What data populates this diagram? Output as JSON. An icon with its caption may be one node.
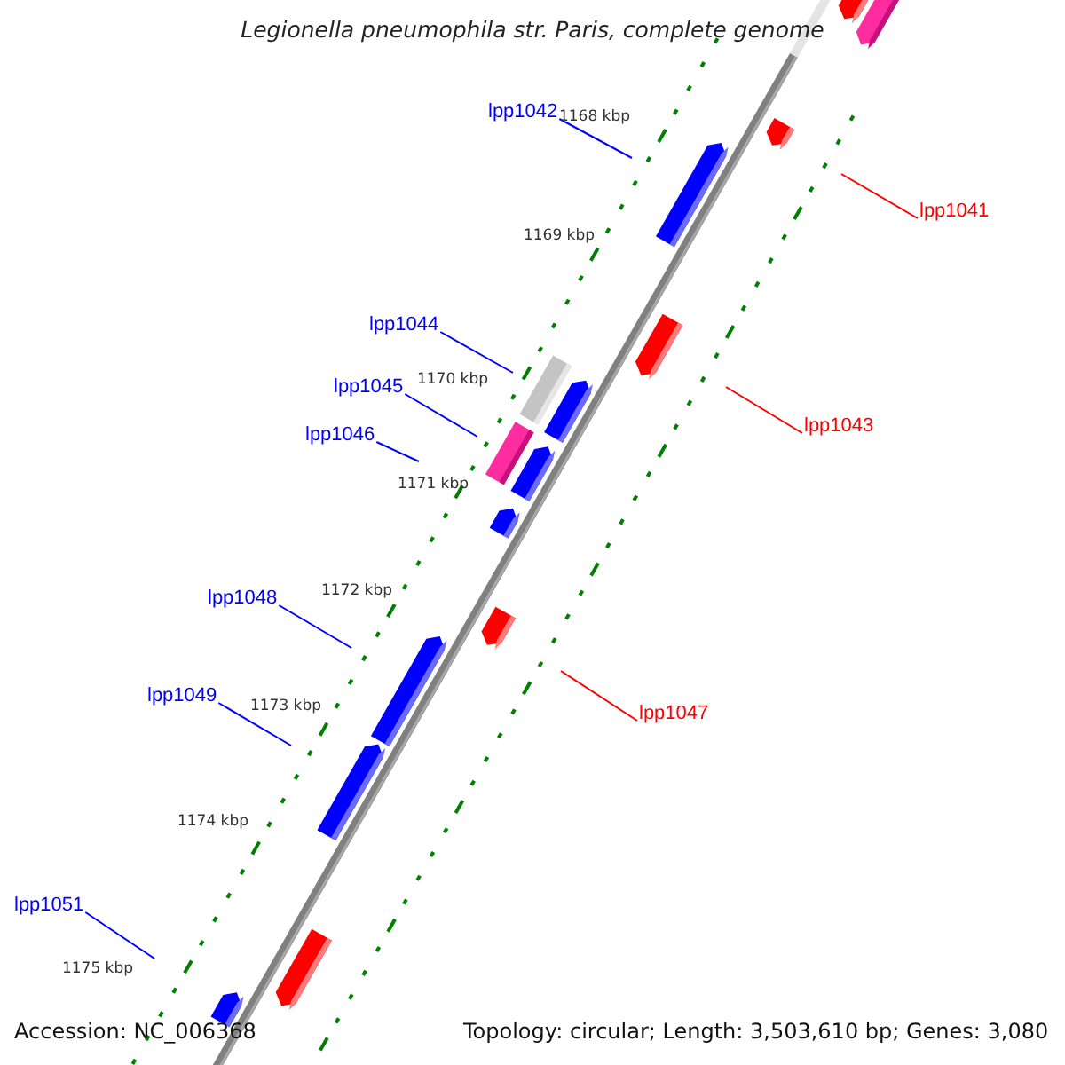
{
  "diagram": {
    "title": "Legionella pneumophila str. Paris, complete genome",
    "nodes": [
      {
        "text": [
          "lpp1042"
        ]
      },
      {
        "text": [
          "lpp1041"
        ]
      },
      {
        "text": [
          "lpp1044"
        ]
      },
      {
        "text": [
          "lpp1045"
        ]
      },
      {
        "text": [
          "lpp1043"
        ]
      },
      {
        "text": [
          "lpp1046"
        ]
      },
      {
        "text": [
          "lpp1048"
        ]
      },
      {
        "text": [
          "lpp1049"
        ]
      },
      {
        "text": [
          "lpp1047"
        ]
      },
      {
        "text": [
          "lpp1051"
        ]
      }
    ],
    "edges": [
      {
        "from": 0,
        "to": null,
        "arrow": "none"
      },
      {
        "from": 1,
        "to": null,
        "arrow": "none",
        "color": "#ff0000"
      },
      {
        "from": 2,
        "to": null,
        "arrow": "none"
      },
      {
        "from": 3,
        "to": null,
        "arrow": "none"
      },
      {
        "from": 4,
        "to": null,
        "arrow": "none",
        "color": "#ff0000"
      },
      {
        "from": 5,
        "to": null,
        "arrow": "none"
      },
      {
        "from": 6,
        "to": null,
        "arrow": "none"
      },
      {
        "from": 7,
        "to": null,
        "arrow": "none"
      },
      {
        "from": 8,
        "to": null,
        "arrow": "none",
        "color": "#ff0000"
      },
      {
        "from": 9,
        "to": null,
        "arrow": "none"
      }
    ],
    "labels": [
      "1168 kbp",
      "1169 kbp",
      "1170 kbp",
      "1171 kbp",
      "1172 kbp",
      "1173 kbp",
      "1174 kbp",
      "1175 kbp",
      "Accession: NC_006368",
      "Topology: circular; Length: 3,503,610 bp; Genes: 3,080"
    ]
  }
}
